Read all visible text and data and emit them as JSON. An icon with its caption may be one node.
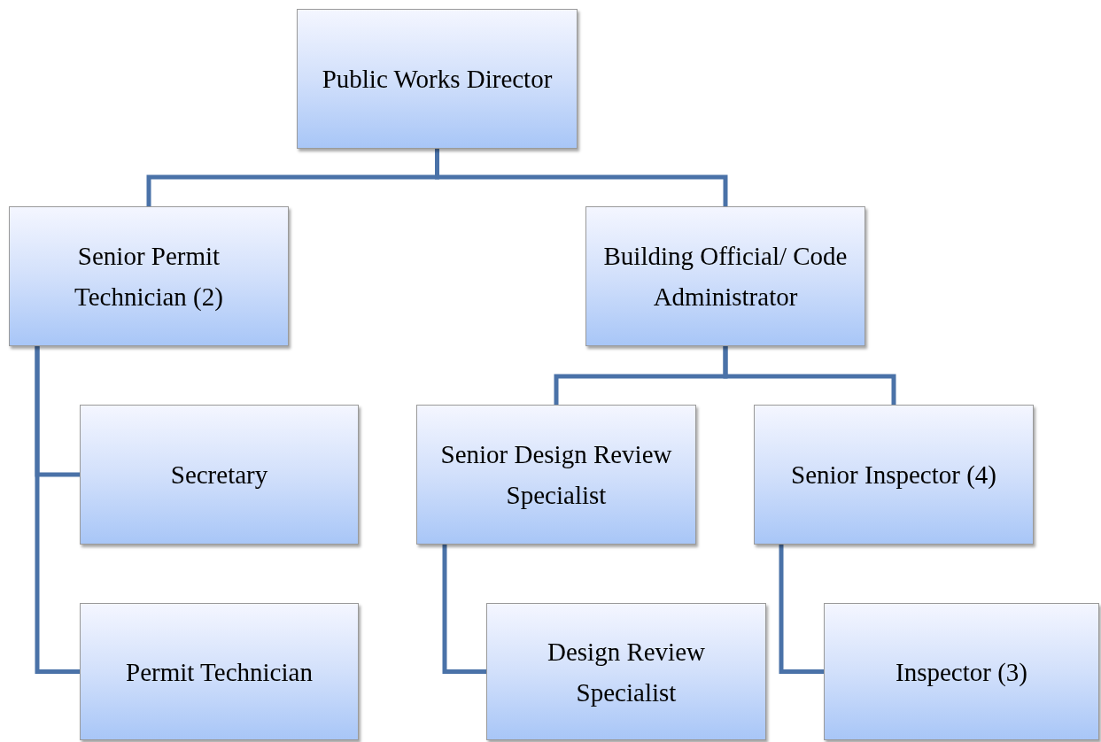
{
  "diagram": {
    "nodes": [
      {
        "text": [
          "Public Works Director"
        ]
      },
      {
        "text": [
          "Senior Permit Technician (2)"
        ]
      },
      {
        "text": [
          "Building Official/ Code Administrator"
        ]
      },
      {
        "text": [
          "Secretary"
        ]
      },
      {
        "text": [
          "Permit Technician"
        ]
      },
      {
        "text": [
          "Senior Design Review Specialist"
        ]
      },
      {
        "text": [
          "Senior Inspector (4)"
        ]
      },
      {
        "text": [
          "Design Review Specialist"
        ]
      },
      {
        "text": [
          "Inspector (3)"
        ]
      }
    ],
    "edges": [
      {
        "from": 0,
        "to": 1,
        "arrow": "none"
      },
      {
        "from": 0,
        "to": 2,
        "arrow": "none"
      },
      {
        "from": 1,
        "to": 3,
        "arrow": "none"
      },
      {
        "from": 1,
        "to": 4,
        "arrow": "none"
      },
      {
        "from": 2,
        "to": 5,
        "arrow": "none"
      },
      {
        "from": 2,
        "to": 6,
        "arrow": "none"
      },
      {
        "from": 5,
        "to": 7,
        "arrow": "none"
      },
      {
        "from": 6,
        "to": 8,
        "arrow": "none"
      }
    ]
  }
}
